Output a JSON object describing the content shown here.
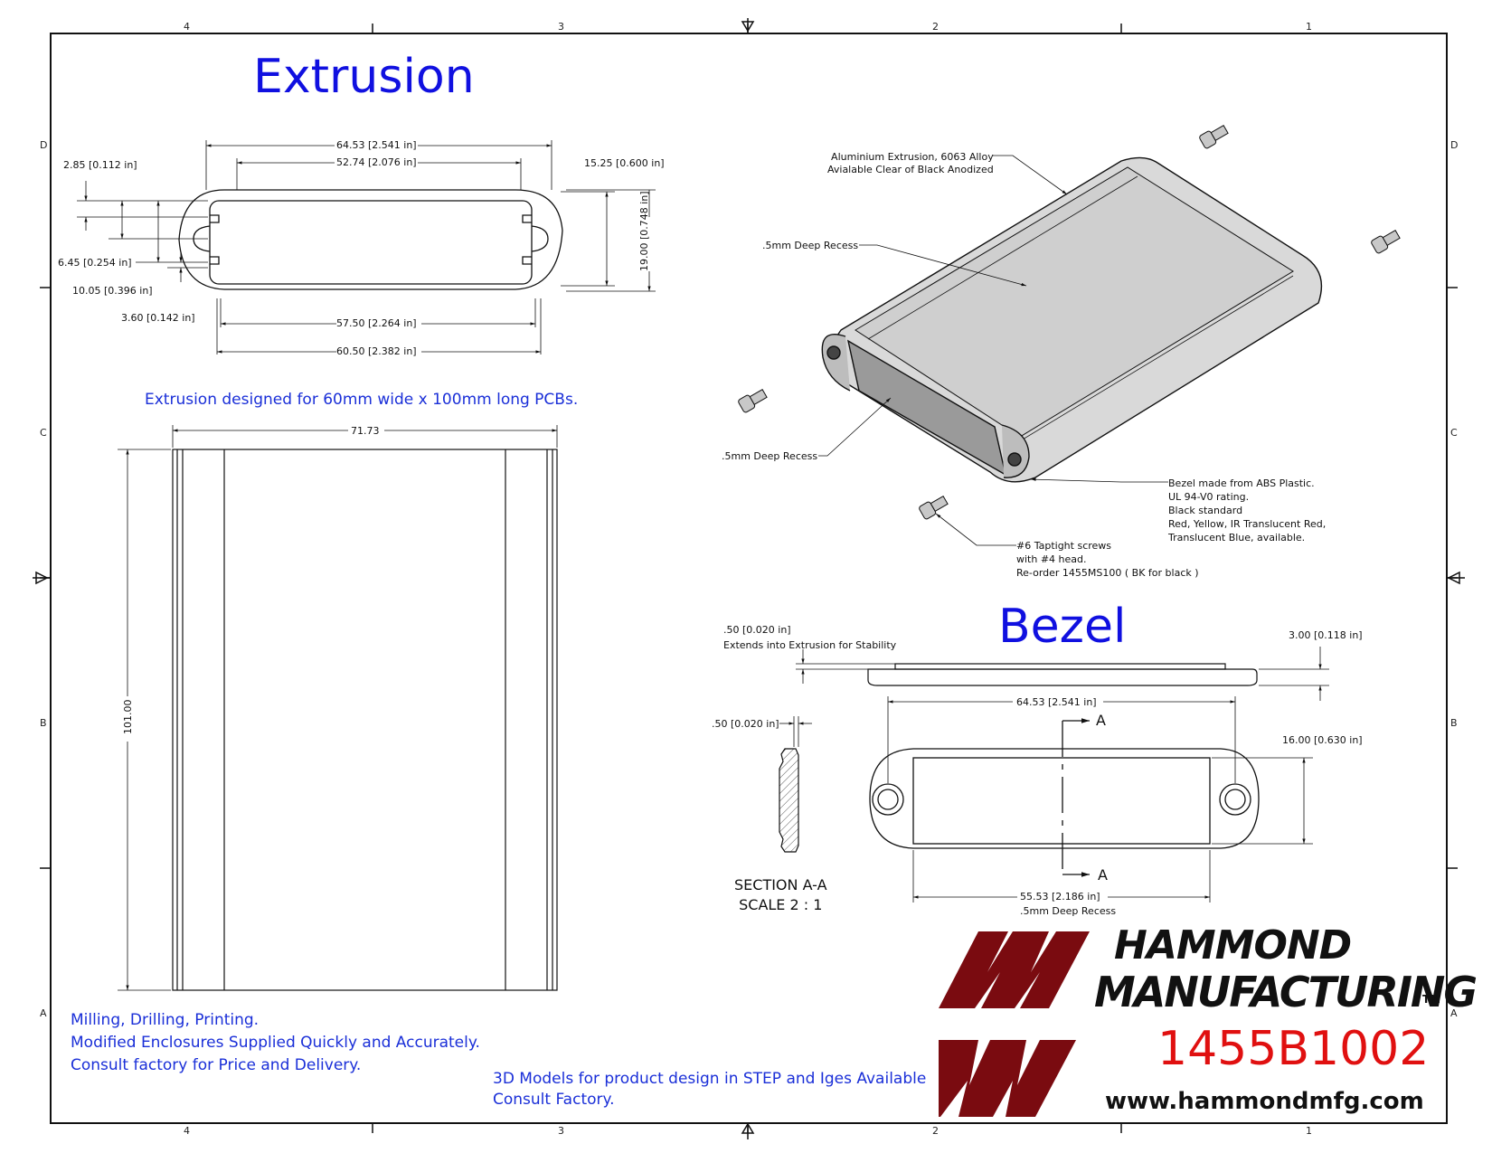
{
  "zones": {
    "top": [
      "4",
      "3",
      "2",
      "1"
    ],
    "side": [
      "D",
      "C",
      "B",
      "A"
    ]
  },
  "titles": {
    "extrusion": "Extrusion",
    "bezel": "Bezel"
  },
  "extrusion": {
    "dims": {
      "overall_width": "64.53 [2.541 in]",
      "top_flat": "52.74 [2.076 in]",
      "inner_height": "15.25 [0.600 in]",
      "wall": "2.85 [0.112 in]",
      "slot_a": "6.45 [0.254 in]",
      "slot_b": "10.05 [0.396 in]",
      "slot_gap": "3.60 [0.142 in]",
      "inner_width": "57.50 [2.264 in]",
      "bottom_width": "60.50 [2.382 in]",
      "overall_height": "19.00 [0.748 in]"
    },
    "pcb_note": "Extrusion designed for 60mm wide x 100mm long PCBs."
  },
  "side_view": {
    "width": "71.73",
    "length": "101.00"
  },
  "iso": {
    "extrusion_line1": "Aluminium Extrusion, 6063 Alloy",
    "extrusion_line2": "Avialable Clear of Black Anodized",
    "recess": ".5mm Deep Recess",
    "bezel": [
      "Bezel made from ABS Plastic.",
      "UL 94-V0 rating.",
      "Black standard",
      "Red, Yellow, IR Translucent Red,",
      "Translucent Blue, available."
    ],
    "screws": [
      "#6 Taptight screws",
      "with #4 head.",
      "Re-order 1455MS100 ( BK for black )"
    ]
  },
  "bezel": {
    "lip": ".50 [0.020 in]",
    "lip_note": "Extends into Extrusion for Stability",
    "thickness": "3.00 [0.118 in]",
    "hole_spacing": "64.53 [2.541 in]",
    "window_height": "16.00 [0.630 in]",
    "window_width": "55.53 [2.186 in]",
    "section_letter": "A",
    "section_title": "SECTION  A-A",
    "section_scale": "SCALE 2 : 1"
  },
  "notes": {
    "services": [
      "Milling, Drilling, Printing.",
      "Modified Enclosures Supplied Quickly and Accurately.",
      "Consult factory for Price and Delivery."
    ],
    "models": [
      "3D Models for product design in STEP and Iges Available",
      "Consult Factory."
    ]
  },
  "brand": {
    "line1": "HAMMOND",
    "line2": "MANUFACTURING",
    "tm": "TM",
    "part_number": "1455B1002",
    "website": "www.hammondmfg.com",
    "logo_color": "#7a0b10"
  }
}
